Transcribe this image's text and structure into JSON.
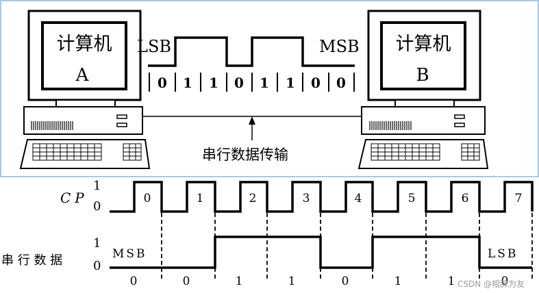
{
  "top_panel": {
    "computer_a": {
      "line1": "计算机",
      "line2": "A"
    },
    "computer_b": {
      "line1": "计算机",
      "line2": "B"
    },
    "lsb_label": "LSB",
    "msb_label": "MSB",
    "bits": [
      "0",
      "1",
      "1",
      "0",
      "1",
      "1",
      "0",
      "0"
    ],
    "caption": "串行数据传输"
  },
  "timing": {
    "cp_label": "CP",
    "cp_high": "1",
    "cp_low": "0",
    "cp_pulse_numbers": [
      "0",
      "1",
      "2",
      "3",
      "4",
      "5",
      "6",
      "7"
    ],
    "data_label": "串 行 数 据",
    "data_high": "1",
    "data_low": "0",
    "msb_label": "MSB",
    "lsb_label": "LSB",
    "data_bits": [
      "0",
      "0",
      "1",
      "1",
      "0",
      "1",
      "1",
      "0"
    ]
  },
  "watermark": "CSDN @相辞为友",
  "colors": {
    "panel_border": "#a9c6ea",
    "line": "#000000"
  }
}
